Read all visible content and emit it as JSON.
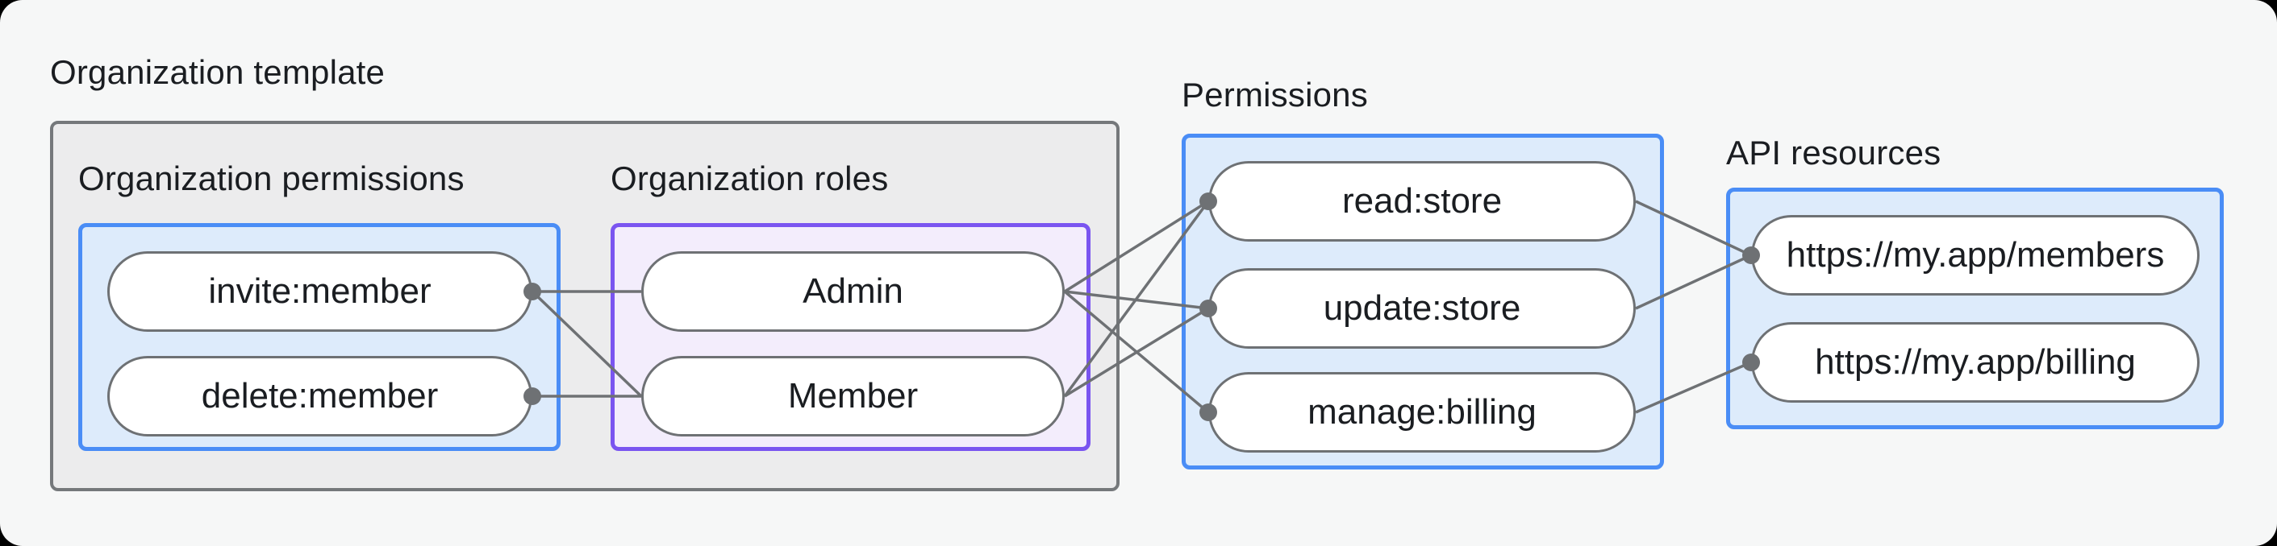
{
  "org_template": {
    "label": "Organization template"
  },
  "org_permissions": {
    "label": "Organization permissions",
    "items": [
      "invite:member",
      "delete:member"
    ]
  },
  "org_roles": {
    "label": "Organization roles",
    "items": [
      "Admin",
      "Member"
    ]
  },
  "permissions": {
    "label": "Permissions",
    "items": [
      "read:store",
      "update:store",
      "manage:billing"
    ]
  },
  "api_resources": {
    "label": "API resources",
    "items": [
      "https://my.app/members",
      "https://my.app/billing"
    ]
  },
  "edges": [
    {
      "from": "invite:member",
      "to": "Admin"
    },
    {
      "from": "invite:member",
      "to": "Member"
    },
    {
      "from": "delete:member",
      "to": "Member"
    },
    {
      "from": "Admin",
      "to": "read:store"
    },
    {
      "from": "Admin",
      "to": "update:store"
    },
    {
      "from": "Admin",
      "to": "manage:billing"
    },
    {
      "from": "Member",
      "to": "read:store"
    },
    {
      "from": "Member",
      "to": "update:store"
    },
    {
      "from": "read:store",
      "to": "https://my.app/members"
    },
    {
      "from": "update:store",
      "to": "https://my.app/members"
    },
    {
      "from": "manage:billing",
      "to": "https://my.app/billing"
    }
  ],
  "colors": {
    "page_bg": "#f6f7f7",
    "gray_box_bg": "#ececed",
    "gray_box_border": "#75787b",
    "blue_border": "#4a8df6",
    "blue_fill": "#ddebfb",
    "purple_border": "#7a55f0",
    "purple_fill": "#f3edfc",
    "pill_border": "#6e7174",
    "line_color": "#6e7174",
    "text_color": "#1a1d21"
  }
}
